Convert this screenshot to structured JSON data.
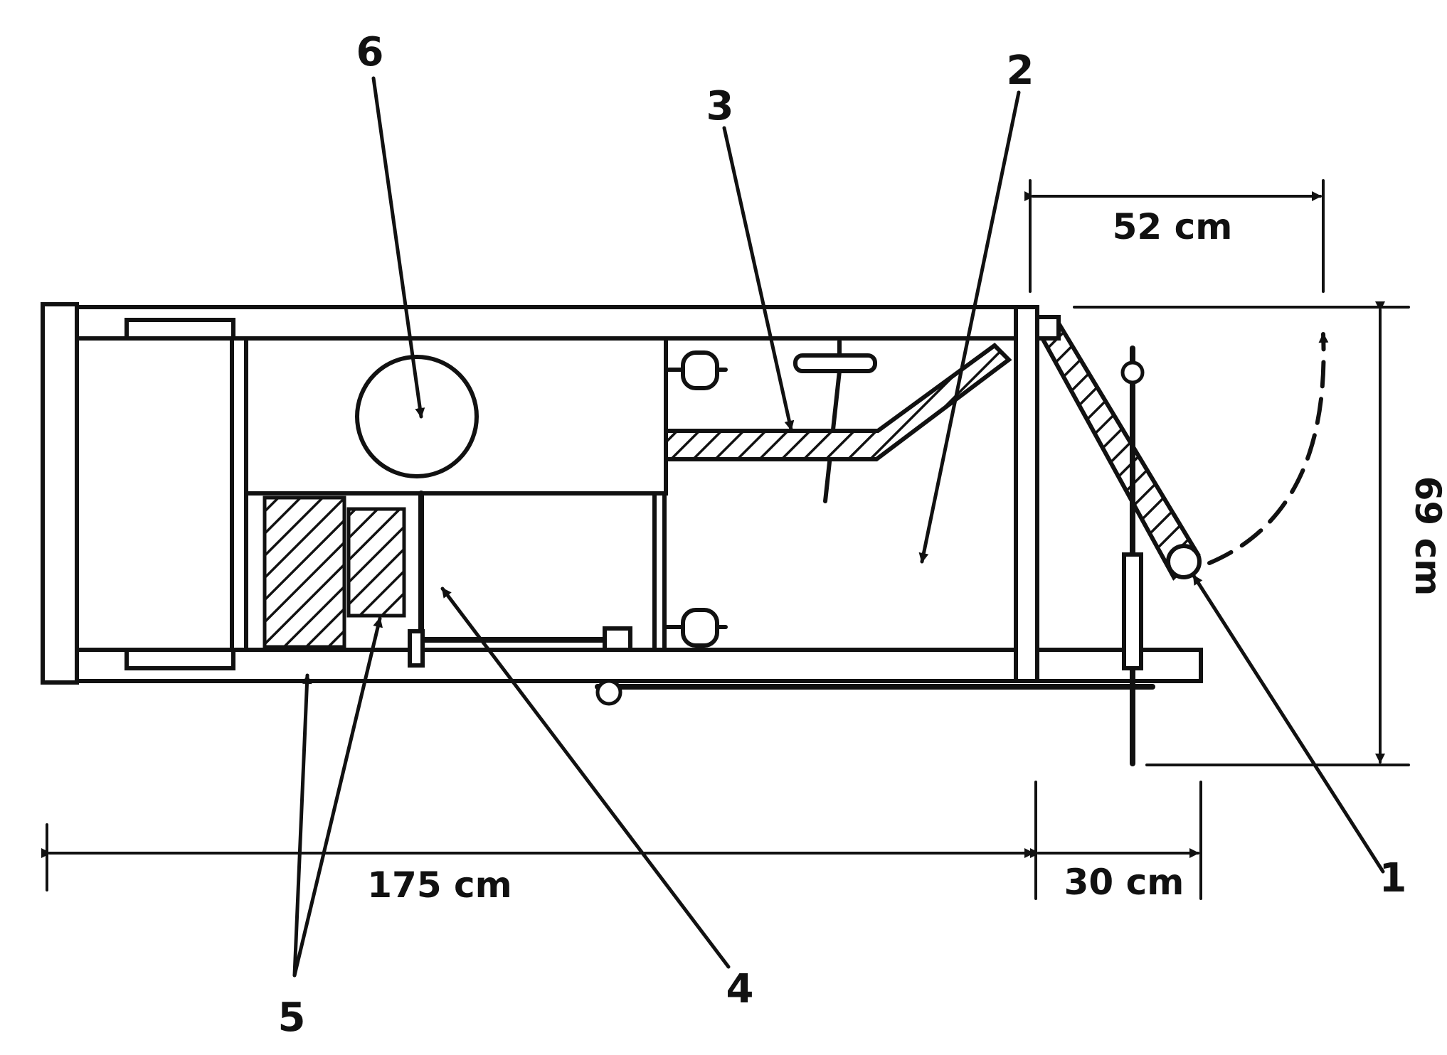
{
  "labels": {
    "part1": "1",
    "part2": "2",
    "part3": "3",
    "part4": "4",
    "part5": "5",
    "part6": "6"
  },
  "dimensions": {
    "arm_reach": "52 cm",
    "height": "69 cm",
    "overall_length": "175 cm",
    "overhang": "30 cm"
  },
  "colors": {
    "ink": "#111111",
    "background": "#ffffff"
  }
}
